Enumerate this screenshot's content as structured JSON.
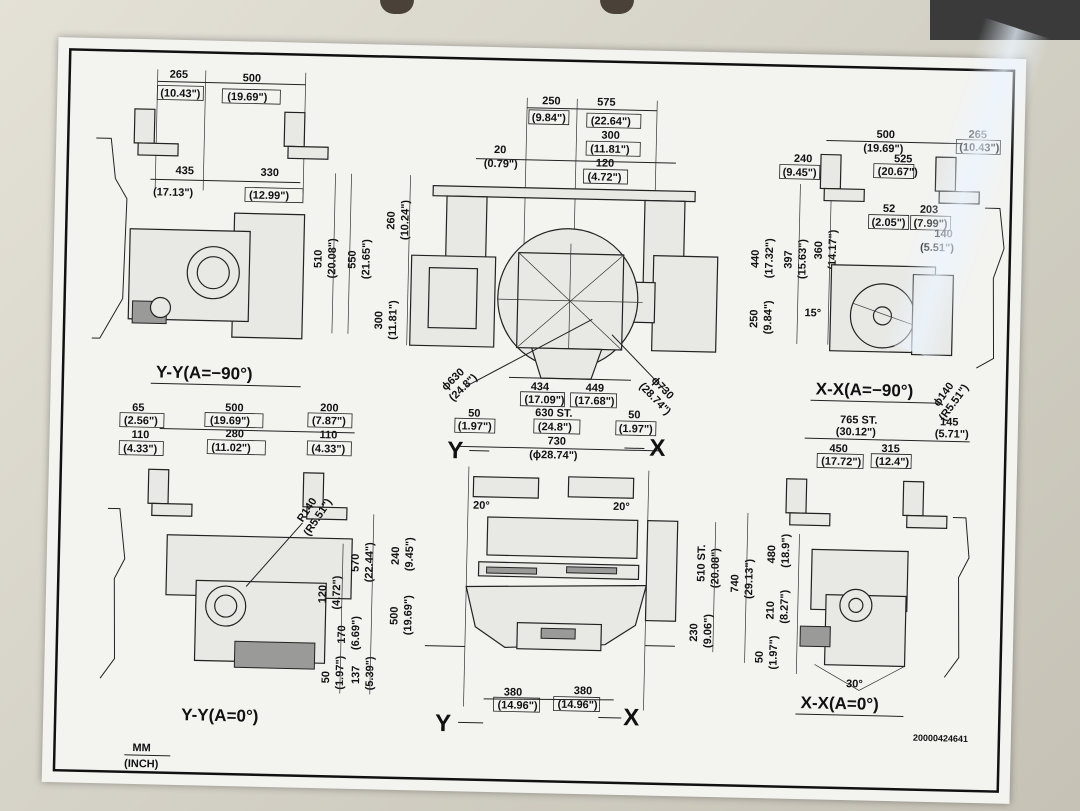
{
  "colors": {
    "plate": "#f3f3f0",
    "ink": "#111111",
    "surround": "#d9d6cc"
  },
  "views": {
    "yy_a90": {
      "title": "Y-Y(A=−90°)",
      "dims": [
        "265",
        "(10.43\")",
        "500",
        "(19.69\")",
        "435",
        "(17.13\")",
        "330",
        "(12.99\")",
        "510",
        "(20.08\")",
        "550",
        "(21.65\")"
      ]
    },
    "top_center": {
      "dims": [
        "250",
        "(9.84\")",
        "575",
        "(22.64\")",
        "300",
        "(11.81\")",
        "20",
        "(0.79\")",
        "120",
        "(4.72\")",
        "260",
        "(10.24\")",
        "300",
        "(11.81\")",
        "ϕ630",
        "(24.8\")",
        "434",
        "(17.09\")",
        "449",
        "(17.68\")",
        "ϕ730",
        "(28.74\")"
      ]
    },
    "xx_a90": {
      "title": "X-X(A=−90°)",
      "dims": [
        "500",
        "(19.69\")",
        "265",
        "(10.43\")",
        "240",
        "(9.45\")",
        "525",
        "(20.67\")",
        "52",
        "(2.05\")",
        "203",
        "(7.99\")",
        "140",
        "(5.51\")",
        "440",
        "(17.32\")",
        "397",
        "(15.63\")",
        "360",
        "(14.17\")",
        "250",
        "(9.84\")",
        "15°",
        "ϕ140",
        "(R5.51\")"
      ]
    },
    "yy_a0": {
      "title": "Y-Y(A=0°)",
      "dims": [
        "65",
        "(2.56\")",
        "500",
        "(19.69\")",
        "200",
        "(7.87\")",
        "110",
        "(4.33\")",
        "280",
        "(11.02\")",
        "110",
        "(4.33\")",
        "R140",
        "(R5.51\")",
        "570",
        "(22.44\")",
        "120",
        "(4.72\")",
        "170",
        "(6.69\")",
        "50",
        "(1.97\")",
        "137",
        "(5.39\")"
      ]
    },
    "bottom_center": {
      "dims": [
        "50",
        "(1.97\")",
        "630 ST.",
        "(24.8\")",
        "50",
        "(1.97\")",
        "730",
        "(ϕ28.74\")",
        "20°",
        "20°",
        "240",
        "(9.45\")",
        "500",
        "(19.69\")",
        "510 ST.",
        "(20.08\")",
        "740",
        "(29.13\")",
        "230",
        "(9.06\")",
        "380",
        "(14.96\")",
        "380",
        "(14.96\")"
      ],
      "axis_top_left": "Y",
      "axis_top_right": "X",
      "axis_bottom_left": "Y",
      "axis_bottom_right": "X"
    },
    "xx_a0": {
      "title": "X-X(A=0°)",
      "dims": [
        "765 ST.",
        "(30.12\")",
        "145",
        "(5.71\")",
        "450",
        "(17.72\")",
        "315",
        "(12.4\")",
        "480",
        "(18.9\")",
        "210",
        "(8.27\")",
        "50",
        "(1.97\")",
        "30°"
      ]
    }
  },
  "units": {
    "main": "MM",
    "sub": "(INCH)"
  },
  "doc_number": "20000424641"
}
